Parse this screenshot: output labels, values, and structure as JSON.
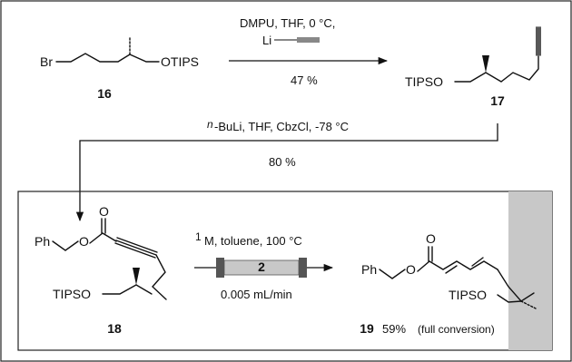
{
  "step1": {
    "reagents_line1": "DMPU, THF, 0 °C,",
    "reagent_li": "Li",
    "yield": "47 %"
  },
  "compounds": {
    "c16": {
      "br": "Br",
      "otips": "OTIPS",
      "number": "16"
    },
    "c17": {
      "tipso": "TIPSO",
      "number": "17"
    },
    "c18": {
      "ph": "Ph",
      "o_ester": "O",
      "o_carbonyl": "O",
      "tipso": "TIPSO",
      "number": "18"
    },
    "c19": {
      "ph": "Ph",
      "o_ester": "O",
      "o_carbonyl": "O",
      "tipso": "TIPSO",
      "number": "19",
      "yield": "59%",
      "note": "(full conversion)"
    }
  },
  "step2": {
    "superscript": "n",
    "reagents": "-BuLi, THF, CbzCl, -78 °C",
    "yield": "80 %"
  },
  "flow": {
    "superscript": "1",
    "conditions": "M, toluene, 100 °C",
    "reactor_label": "2",
    "flow_rate": "0.005 mL/min"
  },
  "colors": {
    "highlight": "#c8c8c8",
    "reactor": "#c8c8c8",
    "reactor_caps": "#555555"
  }
}
